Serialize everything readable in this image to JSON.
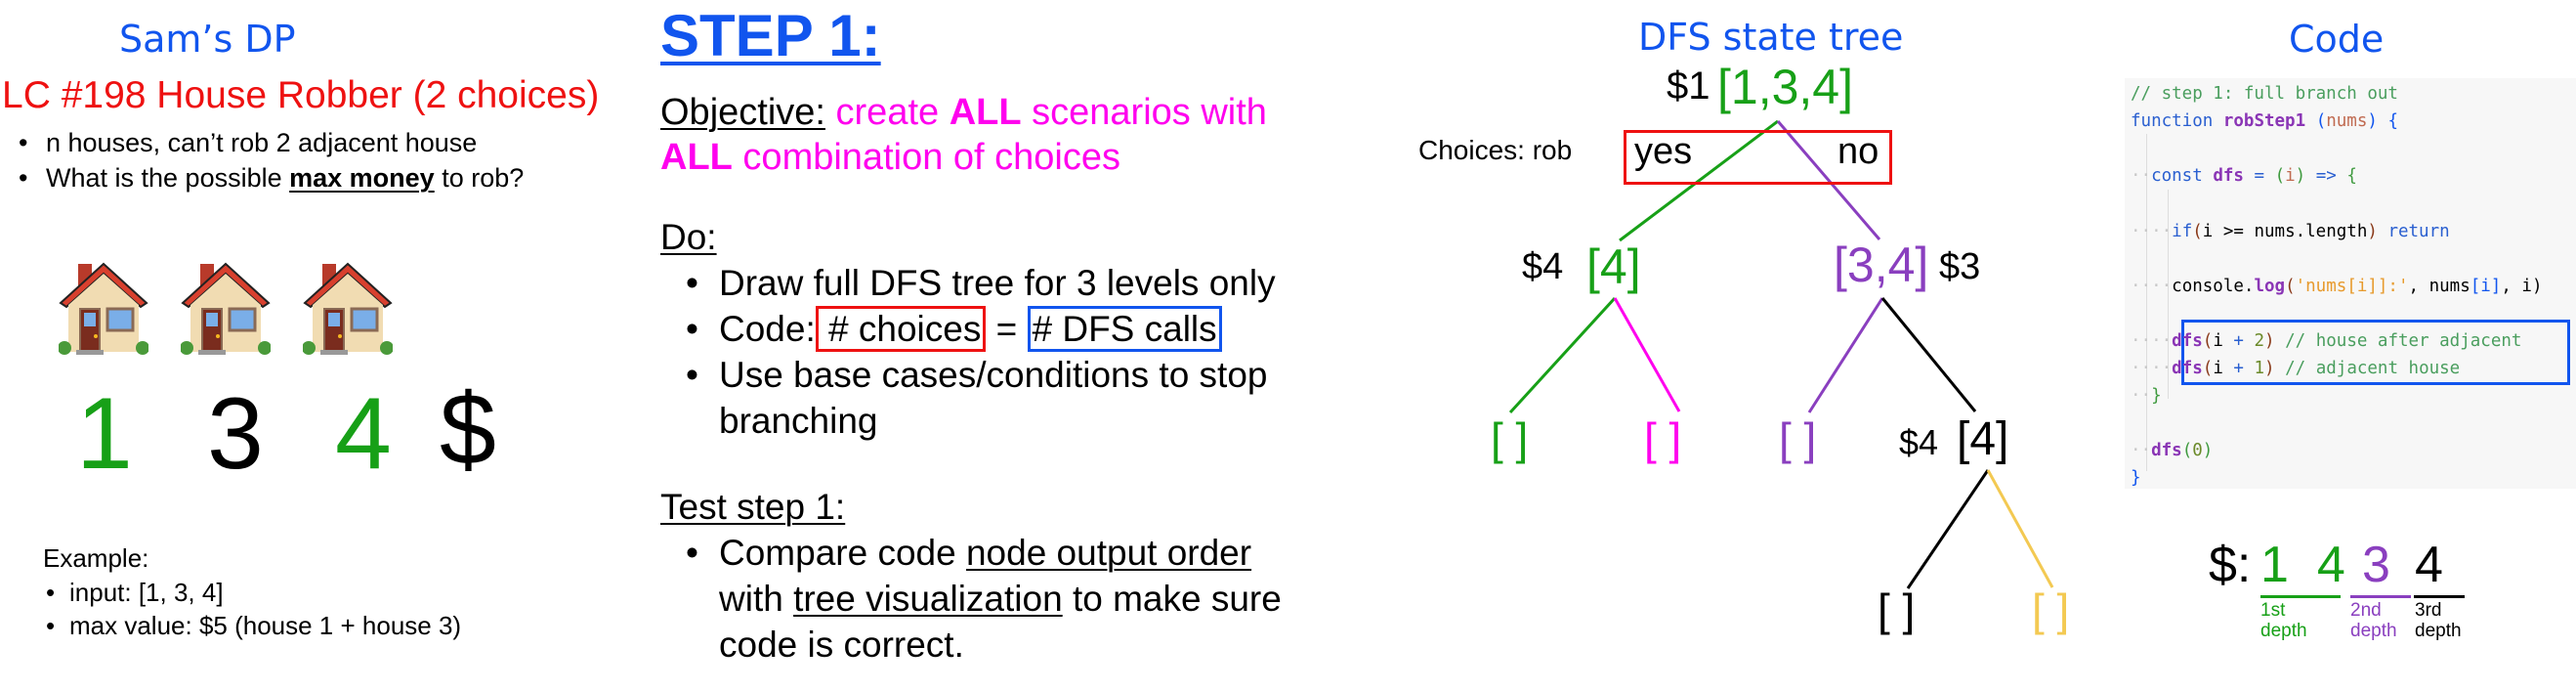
{
  "left_panel": {
    "title": "Sam’s DP",
    "problem": "LC #198 House Robber (2 choices)",
    "bullets": [
      "n houses, can’t rob 2 adjacent house",
      {
        "before": "What is the possible ",
        "bold_underline": "max money",
        "after": " to rob?"
      }
    ],
    "houses": [
      {
        "icon": "house-emoji",
        "glyph": "🏠"
      },
      {
        "icon": "house-emoji",
        "glyph": "🏠"
      },
      {
        "icon": "house-emoji",
        "glyph": "🏠"
      }
    ],
    "house_values": [
      {
        "value": "1",
        "color": "#17a017"
      },
      {
        "value": "3",
        "color": "#000000"
      },
      {
        "value": "4",
        "color": "#17a017"
      }
    ],
    "dollar_sign": "$",
    "example": {
      "label": "Example:",
      "items": [
        "input: [1, 3, 4]",
        "max value: $5 (house 1 + house 3)"
      ]
    }
  },
  "step_panel": {
    "heading": "STEP 1:",
    "objective": {
      "label": "Objective:",
      "text_parts": [
        {
          "text": " create ",
          "bold": false
        },
        {
          "text": "ALL",
          "bold": true
        },
        {
          "text": " scenarios with",
          "bold": false
        },
        {
          "text": "ALL",
          "bold": true
        },
        {
          "text": " combination of choices",
          "bold": false
        }
      ]
    },
    "do": {
      "label": "Do:",
      "items": [
        "Draw full DFS tree for 3 levels only",
        {
          "prefix": "Code:",
          "red_box": " # choices",
          "equals": " = ",
          "blue_box": "# DFS calls "
        },
        "Use base cases/conditions to stop",
        "branching"
      ]
    },
    "test": {
      "label": "Test step 1:",
      "line1_before": "Compare code ",
      "line1_underline": "node output order",
      "line2_before": "with ",
      "line2_underline": "tree visualization",
      "line2_after": " to make sure",
      "line3": "code is correct."
    }
  },
  "tree_panel": {
    "title": "DFS state tree",
    "choices_label": "Choices: rob",
    "choice_yes": "yes",
    "choice_no": "no",
    "nodes": {
      "root": {
        "money": "$1",
        "state": "[1,3,4]",
        "color": "#17a017"
      },
      "left": {
        "money": "$4",
        "state": "[4]",
        "color": "#17a017"
      },
      "right": {
        "money": "$3",
        "state": "[3,4]",
        "color": "#8a3fbf"
      },
      "left_left": {
        "state": "[ ]",
        "color": "#17a017"
      },
      "left_right": {
        "state": "[ ]",
        "color": "#ff00ee"
      },
      "right_left": {
        "state": "[ ]",
        "color": "#8a3fbf"
      },
      "right_right": {
        "money": "$4",
        "state": "[4]",
        "color": "#000000"
      },
      "rr_left": {
        "state": "[ ]",
        "color": "#000000"
      },
      "rr_right": {
        "state": "[ ]",
        "color": "#f3c952"
      }
    },
    "edge_colors": {
      "root_left": "#17a017",
      "root_right": "#8a3fbf",
      "left_left": "#17a017",
      "left_right": "#ff00ee",
      "right_left": "#8a3fbf",
      "right_right": "#000000",
      "rr_left": "#000000",
      "rr_right": "#f3c952"
    }
  },
  "code_panel": {
    "title": "Code",
    "lines": {
      "l1": "// step 1: full branch out",
      "l2_kw": "function",
      "l2_fn": "robStep1",
      "l2_open": "(",
      "l2_param": "nums",
      "l2_close": ")",
      "l2_brace": "{",
      "l3_ws": "··",
      "l3_kw": "const",
      "l3_fn": "dfs",
      "l3_eq": "=",
      "l3_open": "(",
      "l3_param": "i",
      "l3_close": ")",
      "l3_arrow": "=>",
      "l3_brace": "{",
      "l4_ws": "····",
      "l4_kw": "if",
      "l4_open": "(",
      "l4_body": "i >= nums.length",
      "l4_close": ")",
      "l4_ret": "return",
      "l5_ws": "····",
      "l5_obj": "console.",
      "l5_fn": "log",
      "l5_open": "(",
      "l5_str": "'nums[i]]:'",
      "l5_rest1": ", nums",
      "l5_br": "[i]",
      "l5_rest2": ", i)",
      "l6_ws": "····",
      "l6_fn": "dfs",
      "l6_open": "(",
      "l6_i": "i ",
      "l6_plus": "+",
      "l6_num": " 2",
      "l6_close": ")",
      "l6_com": " // house after adjacent",
      "l7_ws": "····",
      "l7_fn": "dfs",
      "l7_open": "(",
      "l7_i": "i ",
      "l7_plus": "+",
      "l7_num": " 1",
      "l7_close": ")",
      "l7_com": " // adjacent house",
      "l8_ws": "··",
      "l8_brace": "}",
      "l9_ws": "··",
      "l9_fn": "dfs",
      "l9_open": "(",
      "l9_num": "0",
      "l9_close": ")",
      "l10_brace": "}"
    },
    "money_order": {
      "label": "$:",
      "depth1": {
        "values": "1  4",
        "label_line1": "1st",
        "label_line2": "depth",
        "color": "#17a017"
      },
      "depth2": {
        "values": "3",
        "label_line1": "2nd",
        "label_line2": "depth",
        "color": "#8a3fbf"
      },
      "depth3": {
        "values": "4",
        "label_line1": "3rd",
        "label_line2": "depth",
        "color": "#000000"
      }
    }
  }
}
